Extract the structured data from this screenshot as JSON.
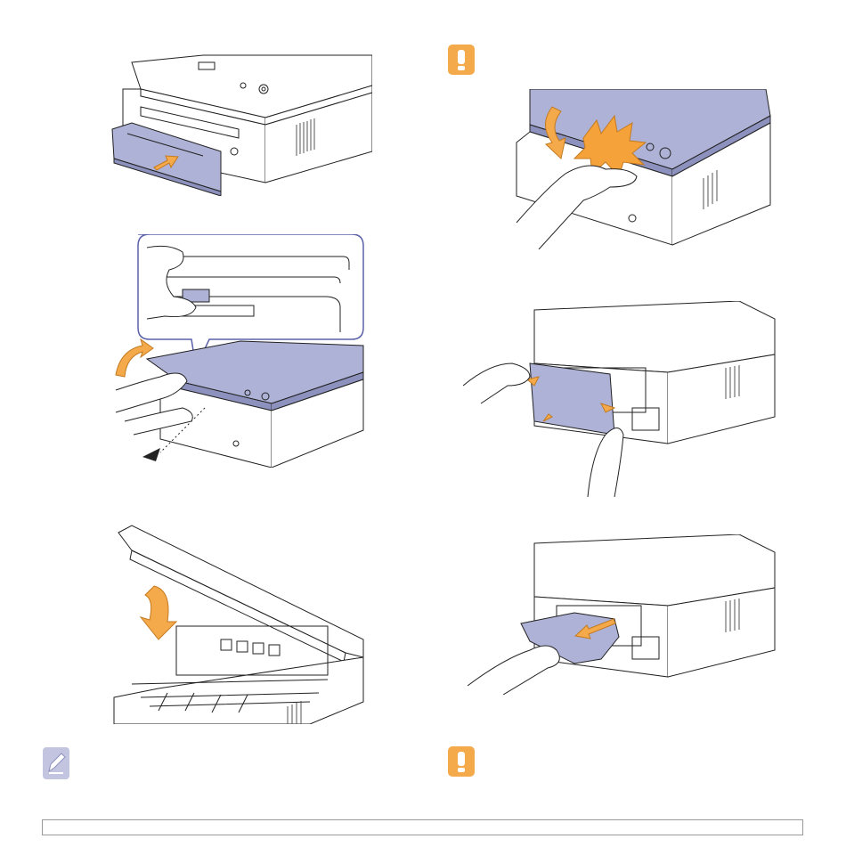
{
  "page": {
    "left_column": {
      "figures": [
        {
          "name": "insert-tray-figure"
        },
        {
          "name": "open-scan-unit-figure"
        },
        {
          "name": "close-scan-unit-figure"
        }
      ],
      "note_icon": "note-pencil-icon"
    },
    "right_column": {
      "caution_icon_top": "exclamation-caution-icon",
      "figures": [
        {
          "name": "hot-fuser-warning-figure"
        },
        {
          "name": "remove-rear-cover-figure"
        },
        {
          "name": "pull-paper-out-figure"
        }
      ],
      "caution_icon_bottom": "exclamation-caution-icon"
    },
    "colors": {
      "lid": "#aeb2d6",
      "lid_dark": "#8d91bd",
      "caution_orange": "#f4a94a",
      "note_lavender": "#c3c5e0",
      "line": "#222222",
      "arrow_orange": "#f4a94a",
      "burst_orange": "#f6a23a"
    }
  }
}
